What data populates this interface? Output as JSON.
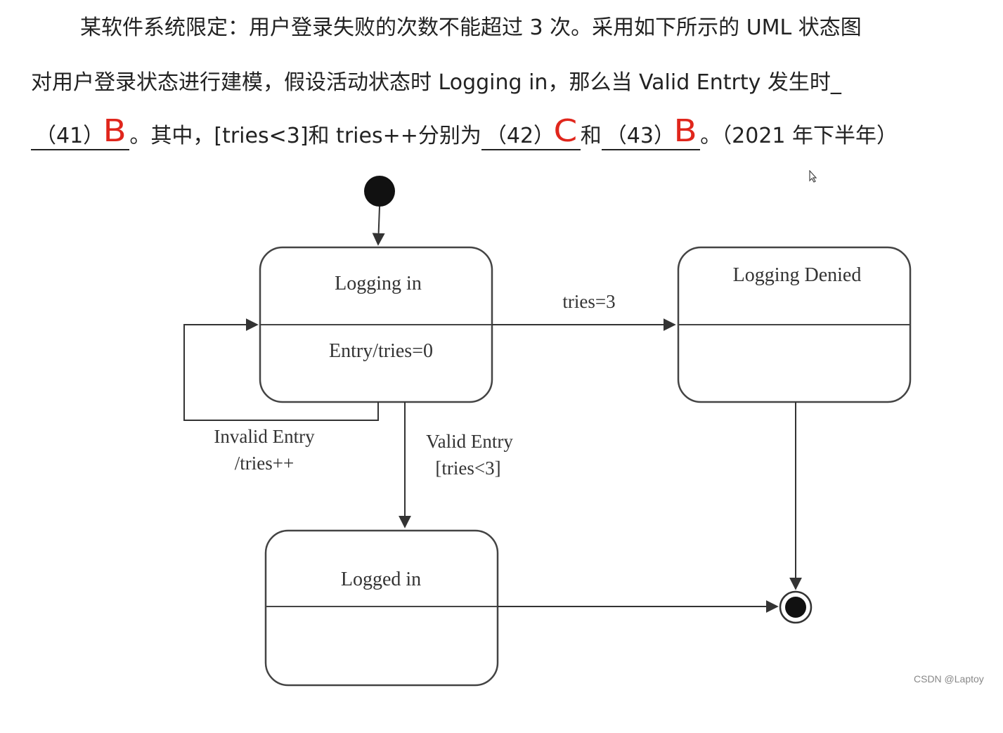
{
  "question": {
    "line1": "某软件系统限定：用户登录失败的次数不能超过 3 次。采用如下所示的 UML 状态图",
    "line2": "对用户登录状态进行建模，假设活动状态时 Logging  in，那么当 Valid  Entrty 发生时_",
    "line3_blank41": "（41）",
    "line3_mid": "。其中，[tries<3]和 tries++分别为",
    "line3_blank42": "（42）",
    "line3_and": "和",
    "line3_blank43": "（43）",
    "line3_tail": "。（2021 年下半年）"
  },
  "answers": {
    "a41": "B",
    "a42": "C",
    "a43": "B"
  },
  "diagram": {
    "states": {
      "logging_in": {
        "name": "Logging in",
        "internal": "Entry/tries=0"
      },
      "logging_denied": {
        "name": "Logging Denied"
      },
      "logged_in": {
        "name": "Logged in"
      }
    },
    "transitions": {
      "to_denied": "tries=3",
      "invalid_line1": "Invalid Entry",
      "invalid_line2": "/tries++",
      "valid_line1": "Valid Entry",
      "valid_line2": "[tries<3]"
    }
  },
  "watermark": "CSDN @Laptoy",
  "colors": {
    "answer": "#e0261c",
    "line": "#333333",
    "text": "#222222"
  }
}
